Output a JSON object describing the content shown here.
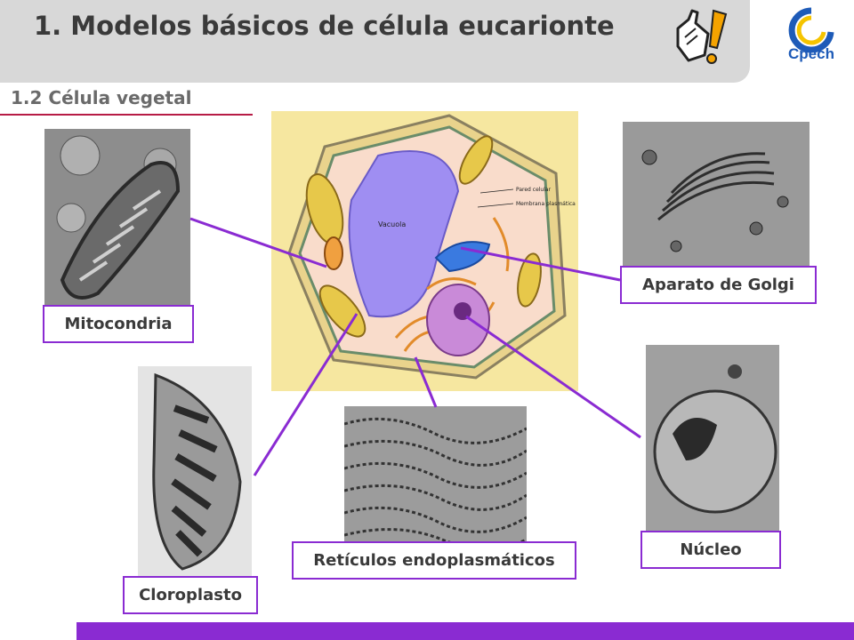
{
  "header": {
    "title": "1. Modelos básicos de célula eucarionte",
    "subtitle": "1.2 Célula vegetal"
  },
  "logo": {
    "text": "Cpech",
    "icon": "cpech-logo"
  },
  "hand_icon": "pointing-hand-exclamation-icon",
  "diagram": {
    "cell_labels": {
      "vacuole": "Vacuola",
      "cell_wall": "Pared celular",
      "membrane": "Membrana plasmática"
    },
    "labels": {
      "mitocondria": "Mitocondria",
      "cloroplasto": "Cloroplasto",
      "reticulos": "Retículos endoplasmáticos",
      "nucleo": "Núcleo",
      "golgi": "Aparato de Golgi"
    }
  },
  "colors": {
    "accent": "#8a2bd2",
    "title_bar": "#d8d8d8",
    "rule": "#b71c46"
  }
}
